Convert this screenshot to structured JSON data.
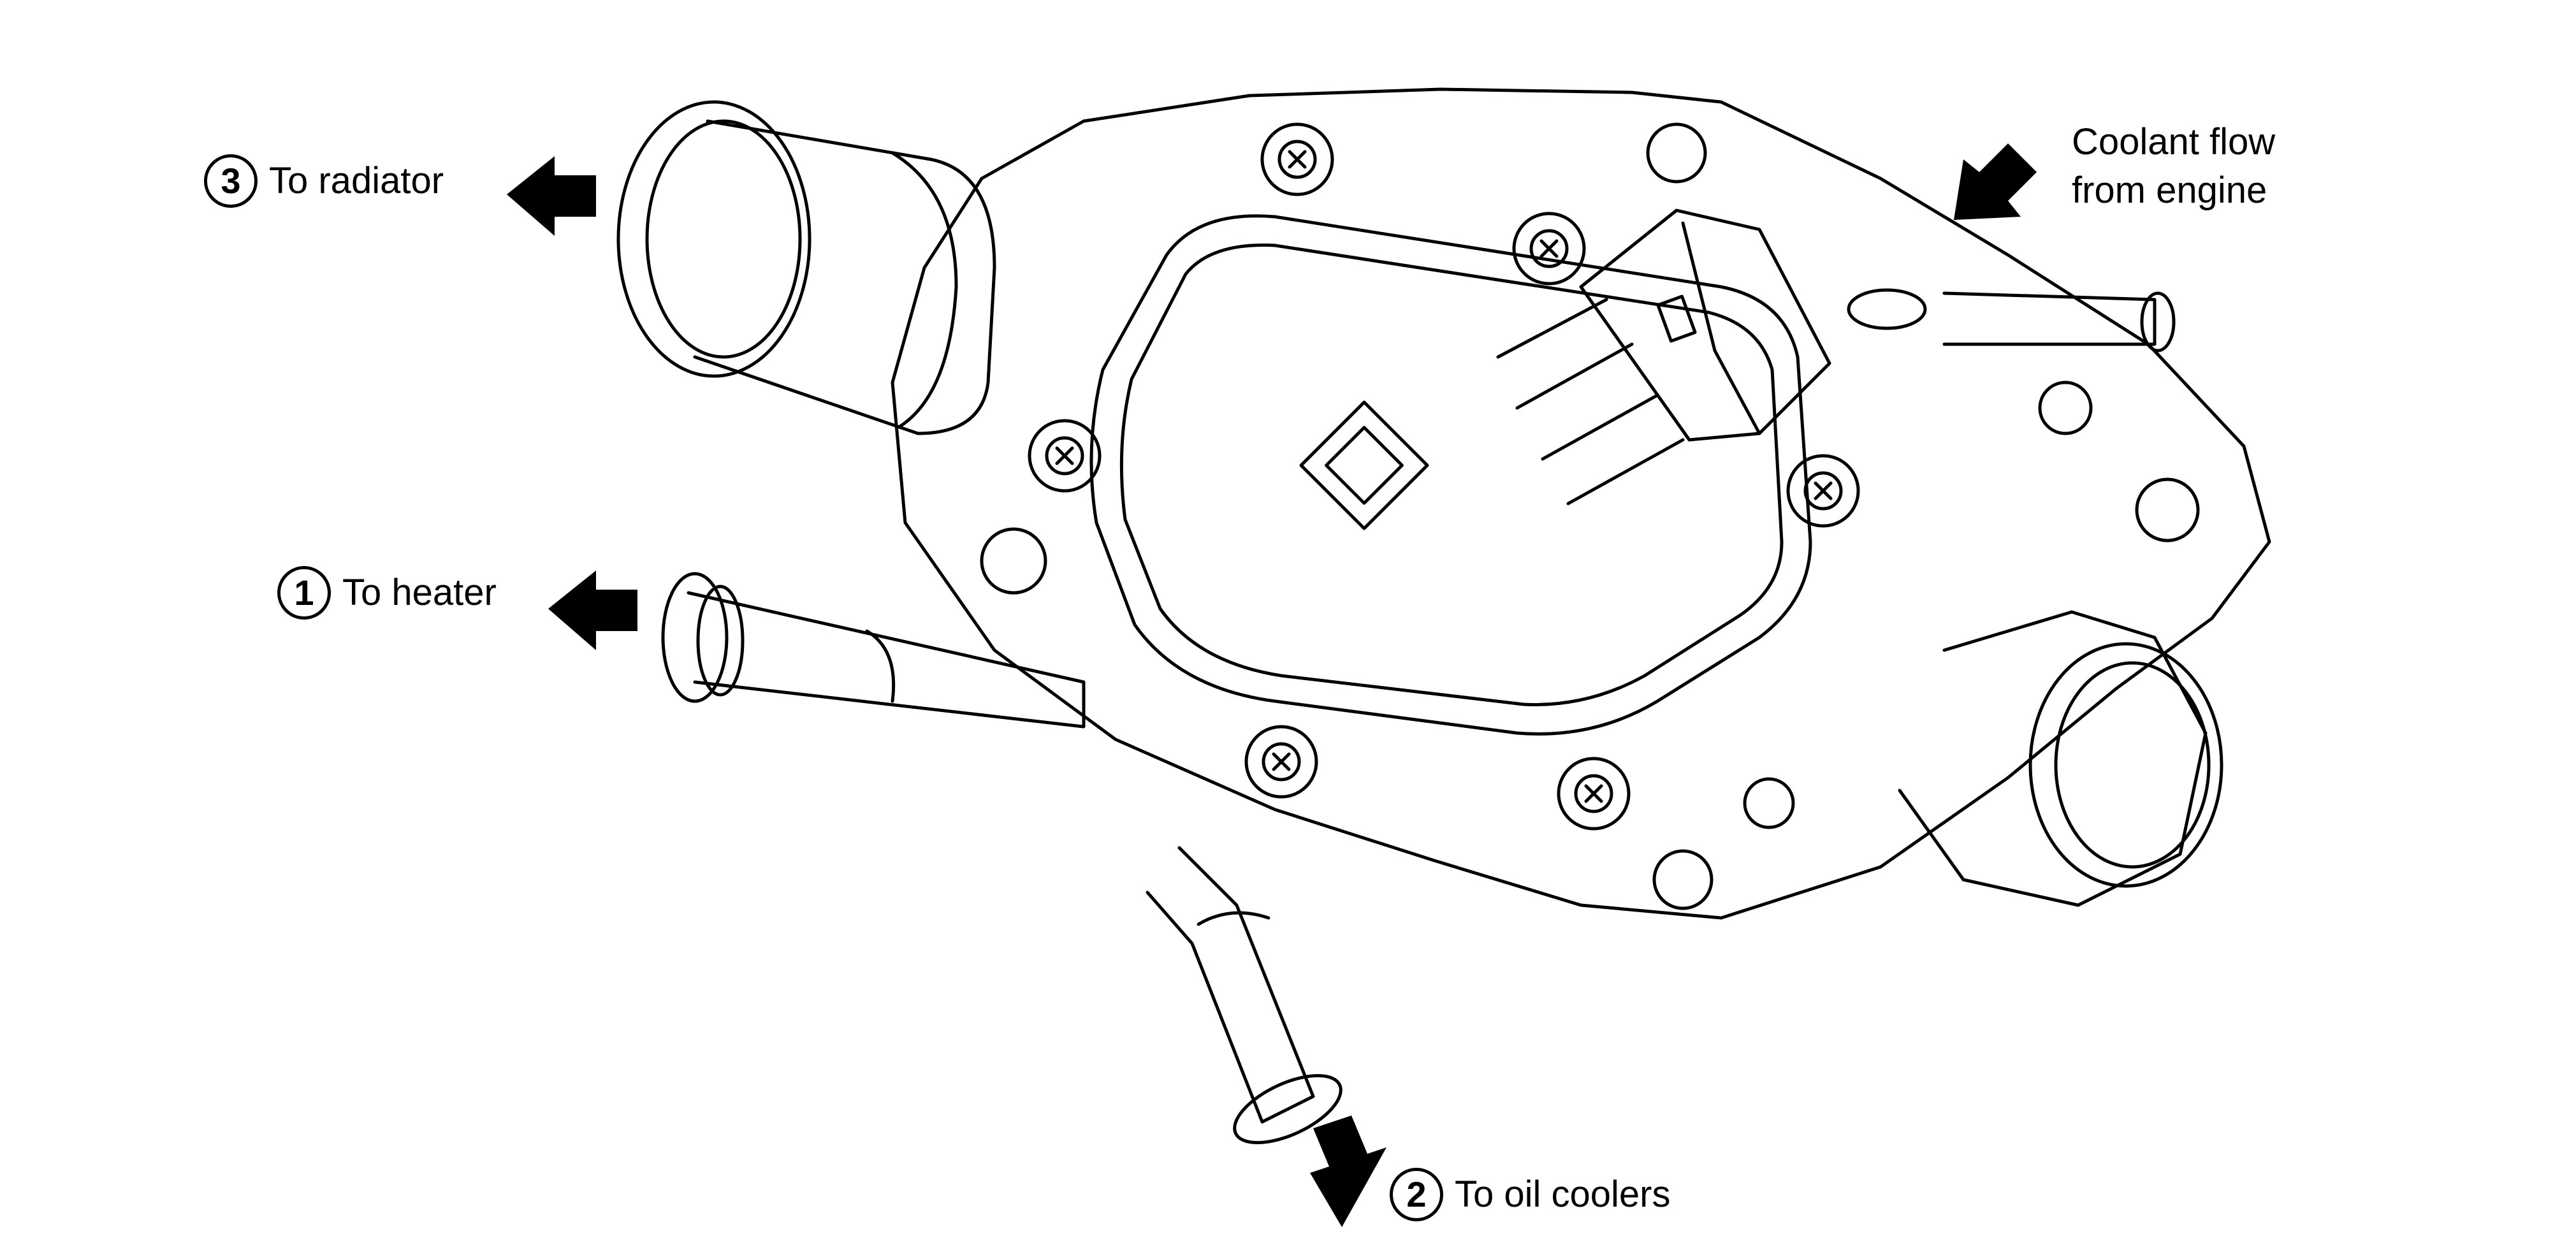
{
  "labels": {
    "radiator": {
      "number": "3",
      "text": "To radiator"
    },
    "heater": {
      "number": "1",
      "text": "To heater"
    },
    "oil_coolers": {
      "number": "2",
      "text": "To oil coolers"
    },
    "coolant_in": {
      "line1": "Coolant flow",
      "line2": "from engine"
    }
  },
  "colors": {
    "ink": "#000000",
    "paper": "#ffffff"
  }
}
